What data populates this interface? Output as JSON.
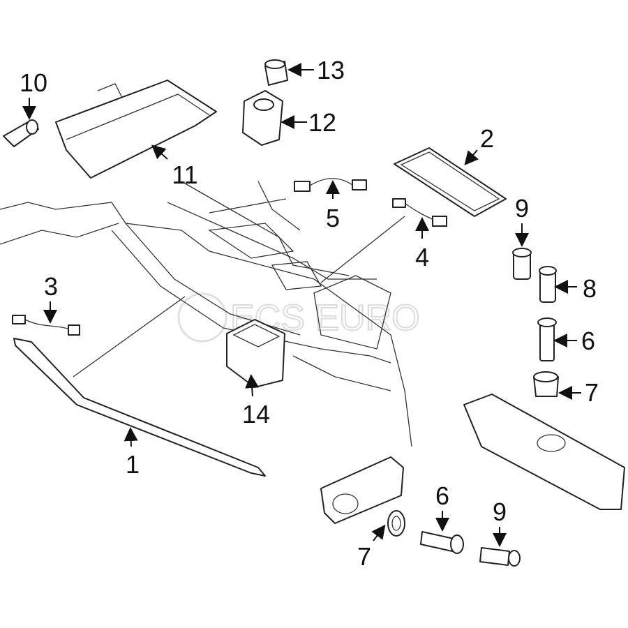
{
  "diagram": {
    "callouts": [
      "10",
      "11",
      "13",
      "12",
      "2",
      "5",
      "4",
      "9",
      "8",
      "6",
      "7",
      "3",
      "14",
      "1",
      "6",
      "7",
      "9"
    ],
    "watermark": "ECS EURO"
  }
}
